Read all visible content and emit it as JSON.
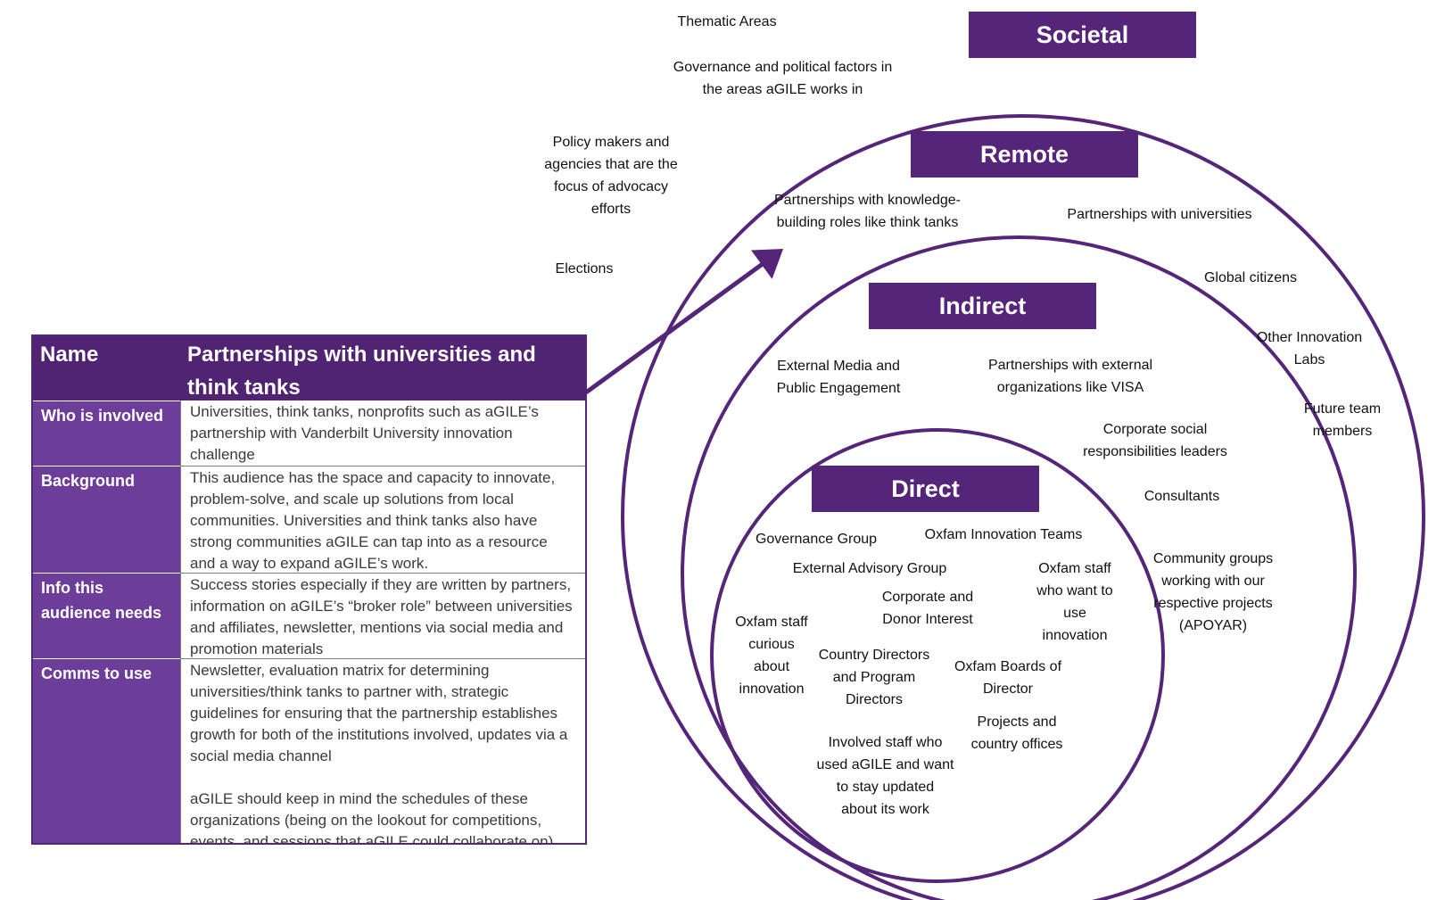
{
  "colors": {
    "accent": "#542579",
    "header_bg": "#502472",
    "key_bg": "#6d3d9a"
  },
  "rings": {
    "societal": "Societal",
    "remote": "Remote",
    "indirect": "Indirect",
    "direct": "Direct"
  },
  "outside_labels": {
    "thematic_areas": "Thematic Areas",
    "governance_political": "Governance and political factors in\nthe areas aGILE works in",
    "policy_makers": "Policy makers and\nagencies that are the\nfocus of advocacy\nefforts",
    "elections": "Elections"
  },
  "remote_labels": {
    "knowledge_partnerships": "Partnerships with knowledge-\nbuilding roles like think tanks",
    "universities": "Partnerships with universities",
    "global_citizens": "Global citizens",
    "other_labs": "Other Innovation\nLabs",
    "future_team": "Future team\nmembers"
  },
  "indirect_labels": {
    "external_media": "External Media and\nPublic Engagement",
    "external_orgs": "Partnerships with external\norganizations like VISA",
    "csr_leaders": "Corporate social\nresponsibilities leaders",
    "consultants": "Consultants",
    "community_groups": "Community groups\nworking with our\nrespective projects\n(APOYAR)"
  },
  "direct_labels": {
    "governance_group": "Governance Group",
    "innovation_teams": "Oxfam Innovation Teams",
    "advisory_group": "External Advisory Group",
    "staff_want": "Oxfam staff\nwho want to\nuse\ninnovation",
    "corporate_donor": "Corporate and\nDonor Interest",
    "staff_curious": "Oxfam staff\ncurious\nabout\ninnovation",
    "country_directors": "Country Directors\nand Program\nDirectors",
    "boards": "Oxfam Boards of\nDirector",
    "projects_offices": "Projects and\ncountry offices",
    "involved_staff": "Involved staff who\nused aGILE and want\nto stay updated\nabout its work"
  },
  "table": {
    "header_name": "Name",
    "header_value": "Partnerships with universities and think tanks",
    "rows": [
      {
        "key": "Who is involved",
        "paragraphs": [
          "Universities, think tanks, nonprofits such as aGILE’s partnership with Vanderbilt University innovation challenge"
        ]
      },
      {
        "key": "Background",
        "paragraphs": [
          "This audience has the space and capacity to innovate, problem-solve, and scale up solutions from local communities. Universities and think tanks also have strong communities aGILE can tap into as a resource and a way to expand aGILE’s work."
        ]
      },
      {
        "key": "Info this audience needs",
        "paragraphs": [
          "Success stories especially if they are written by partners, information on aGILE’s “broker role” between universities and affiliates, newsletter, mentions via social media and promotion materials"
        ]
      },
      {
        "key": "Comms to use",
        "paragraphs": [
          "Newsletter, evaluation matrix for determining universities/think tanks to partner with, strategic guidelines for ensuring that the partnership establishes growth for both of the institutions involved, updates via a social media channel",
          "aGILE should keep in mind the schedules of these organizations (being on the lookout for competitions, events, and sessions that aGILE could collaborate on)"
        ]
      }
    ]
  }
}
